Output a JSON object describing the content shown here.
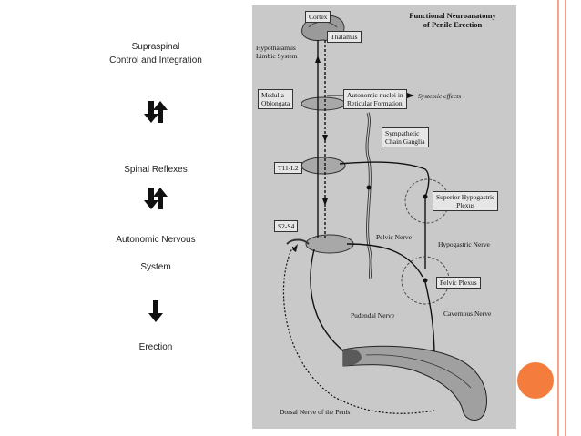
{
  "left_panel": {
    "supraspinal_line1": "Supraspinal",
    "supraspinal_line2": "Control and Integration",
    "spinal_reflexes": "Spinal Reflexes",
    "autonomic_line1": "Autonomic  Nervous",
    "autonomic_line2": "System",
    "erection": "Erection"
  },
  "figure": {
    "title_line1": "Functional Neuroanatomy",
    "title_line2": "of Penile Erection",
    "cortex": "Cortex",
    "thalamus": "Thalamus",
    "hypothalamus_line1": "Hypothalamus",
    "hypothalamus_line2": "Limbic System",
    "medulla_line1": "Medulla",
    "medulla_line2": "Oblongata",
    "autonomic_nuclei_line1": "Autonomic nuclei in",
    "autonomic_nuclei_line2": "Reticular Formation",
    "systemic_effects": "Systemic effects",
    "sympathetic_line1": "Sympathetic",
    "sympathetic_line2": "Chain Ganglia",
    "t11_l2": "T11-L2",
    "superior_hypogastric_line1": "Superior Hypogastric",
    "superior_hypogastric_line2": "Plexus",
    "s2_s4": "S2-S4",
    "pelvic_nerve": "Pelvic Nerve",
    "hypogastric_nerve": "Hypogastric Nerve",
    "pelvic_plexus": "Pelvic Plexus",
    "pudendal_nerve": "Pudendal Nerve",
    "cavernous_nerve": "Cavernous Nerve",
    "dorsal_nerve": "Dorsal Nerve of the Penis"
  },
  "colors": {
    "accent_circle": "#f47c3c",
    "border_lines": "#f4a58a",
    "figure_background": "#c9c9c9"
  }
}
